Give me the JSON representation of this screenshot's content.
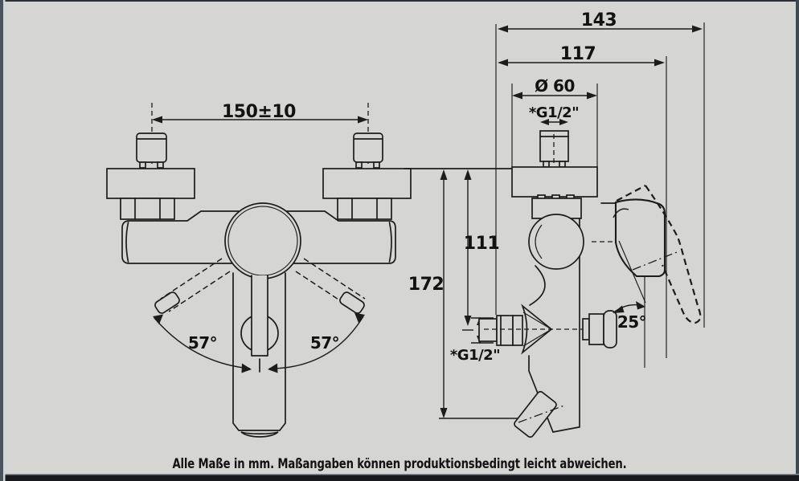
{
  "footer": {
    "note": "Alle Maße in mm. Maßangaben können produktionsbedingt leicht abweichen."
  },
  "front_view": {
    "dims": {
      "hole_spacing": "150±10",
      "swivel_left": "57°",
      "swivel_right": "57°"
    }
  },
  "side_view": {
    "dims": {
      "total_depth": "143",
      "depth_to_handle": "117",
      "escutcheon_diameter": "Ø 60",
      "top_connection_thread": "*G1/2\"",
      "total_height": "172",
      "outlet_height": "111",
      "outlet_connection_thread": "*G1/2\"",
      "handle_swing": "25°"
    }
  },
  "colors": {
    "background": "#d5d6d3",
    "line": "#1c1c1c",
    "frame_left": "#4b545b",
    "frame_right": "#414950",
    "frame_bottom": "#17191c",
    "frame_top": "#2b3036"
  }
}
